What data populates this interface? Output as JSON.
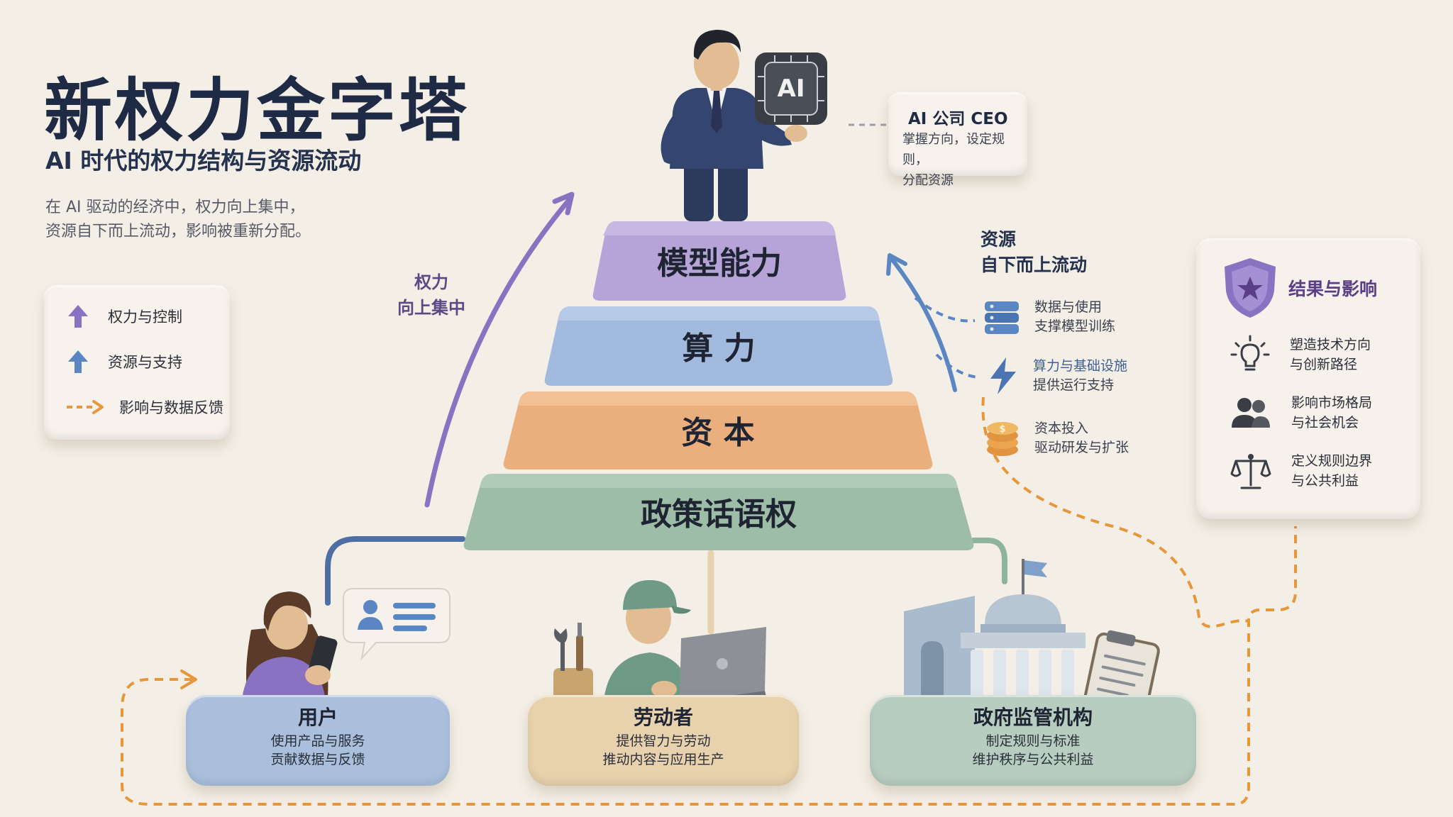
{
  "header": {
    "title": "新权力金字塔",
    "subtitle": "AI 时代的权力结构与资源流动",
    "description_line1": "在 AI 驱动的经济中，权力向上集中，",
    "description_line2": "资源自下而上流动，影响被重新分配。"
  },
  "legend": {
    "items": [
      {
        "label": "权力与控制",
        "icon": "purple-up-arrow-icon",
        "color": "#8a72c2"
      },
      {
        "label": "资源与支持",
        "icon": "blue-up-arrow-icon",
        "color": "#5b86c4"
      },
      {
        "label": "影响与数据反馈",
        "icon": "orange-dashed-arrow-icon",
        "color": "#e8963a"
      }
    ]
  },
  "ceo": {
    "chip_label": "AI",
    "title": "AI 公司 CEO",
    "desc_line1": "掌握方向，设定规则，",
    "desc_line2": "分配资源"
  },
  "pyramid": {
    "layers": [
      {
        "label": "模型能力",
        "color": "#b6a3d8"
      },
      {
        "label": "算 力",
        "color": "#a3badf"
      },
      {
        "label": "资 本",
        "color": "#ebae7d"
      },
      {
        "label": "政策话语权",
        "color": "#9dbda6"
      }
    ]
  },
  "flows": {
    "power_line1": "权力",
    "power_line2": "向上集中",
    "resource_line1": "资源",
    "resource_line2": "自下而上流动"
  },
  "resources": [
    {
      "line1": "数据与使用",
      "line2": "支撑模型训练",
      "icon": "database-icon"
    },
    {
      "line1": "算力与基础设施",
      "line2": "提供运行支持",
      "icon": "lightning-icon"
    },
    {
      "line1": "资本投入",
      "line2": "驱动研发与扩张",
      "icon": "coins-icon"
    }
  ],
  "outcomes": {
    "title": "结果与影响",
    "items": [
      {
        "line1": "塑造技术方向",
        "line2": "与创新路径",
        "icon": "lightbulb-icon"
      },
      {
        "line1": "影响市场格局",
        "line2": "与社会机会",
        "icon": "people-icon"
      },
      {
        "line1": "定义规则边界",
        "line2": "与公共利益",
        "icon": "scales-icon"
      }
    ]
  },
  "bases": {
    "user": {
      "title": "用户",
      "line1": "使用产品与服务",
      "line2": "贡献数据与反馈"
    },
    "worker": {
      "title": "劳动者",
      "line1": "提供智力与劳动",
      "line2": "推动内容与应用生产"
    },
    "gov": {
      "title": "政府监管机构",
      "line1": "制定规则与标准",
      "line2": "维护秩序与公共利益"
    }
  }
}
